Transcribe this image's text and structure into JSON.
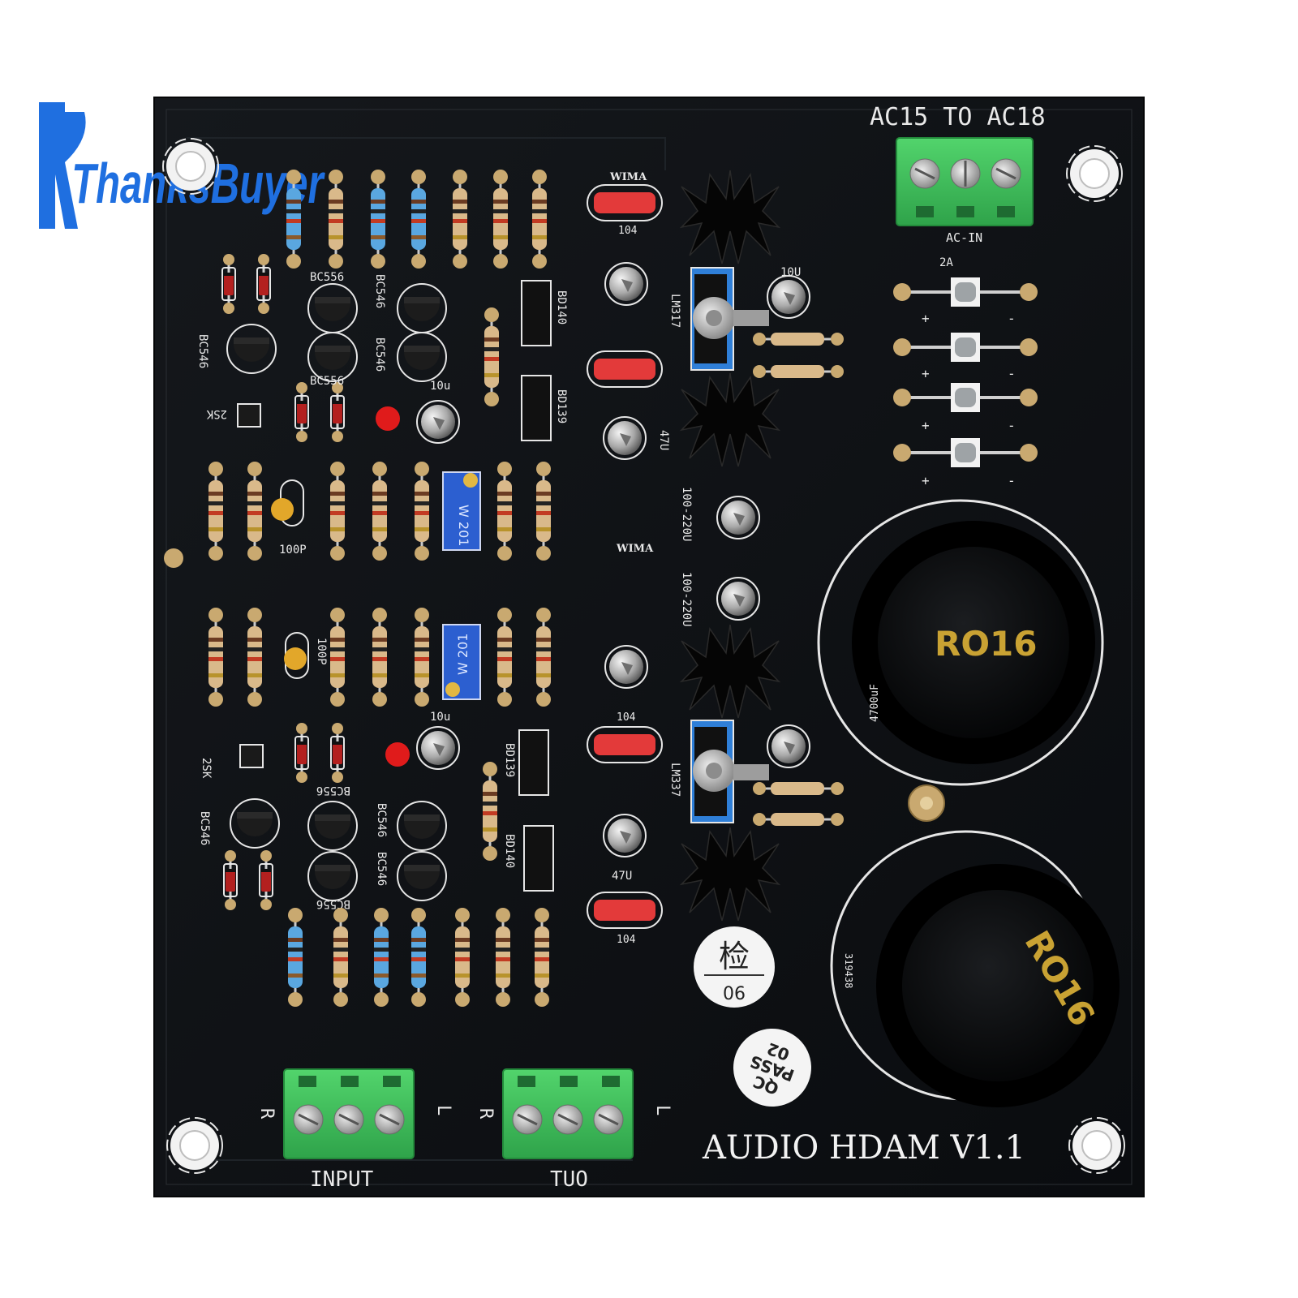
{
  "brand": {
    "name": "ThanksBuyer",
    "color": "#1f6fe0"
  },
  "board": {
    "color": "#0d0f12",
    "title": "AUDIO HDAM V1.1",
    "ac_header": "AC15 TO AC18",
    "ac_in": "AC-IN",
    "input_label": "INPUT",
    "output_label": "TUO",
    "terminal_r": "R",
    "terminal_l": "L"
  },
  "labels": {
    "bc556": "BC556",
    "bc546": "BC546",
    "bd140": "BD140",
    "bd139": "BD139",
    "lm317": "LM317",
    "lm337": "LM337",
    "wima": "WIMA",
    "cap104": "104",
    "cap10u": "10u",
    "cap10U": "10U",
    "cap47u": "47U",
    "cap100p": "100P",
    "cap100_220u": "100-220U",
    "twoSK": "2SK",
    "trimmer": "W 201",
    "trimmer2": "W 201",
    "fuse": "2A",
    "plus": "+",
    "minus": "-",
    "big_cap_label": "RO16",
    "big_cap_value": "4700uF",
    "big_cap_code": "319438"
  },
  "stickers": {
    "inspection_char": "检",
    "inspection_num": "06",
    "qc_line1": "QC",
    "qc_line2": "PASS",
    "qc_line3": "02"
  },
  "colors": {
    "terminal_green": "#3cc35a",
    "cap_red": "#e33a3a",
    "trimmer_blue": "#2c5fd0",
    "resistor_body": "#d9b98a",
    "resistor_blue": "#5aa7e0",
    "led_red": "#e01b1b"
  }
}
